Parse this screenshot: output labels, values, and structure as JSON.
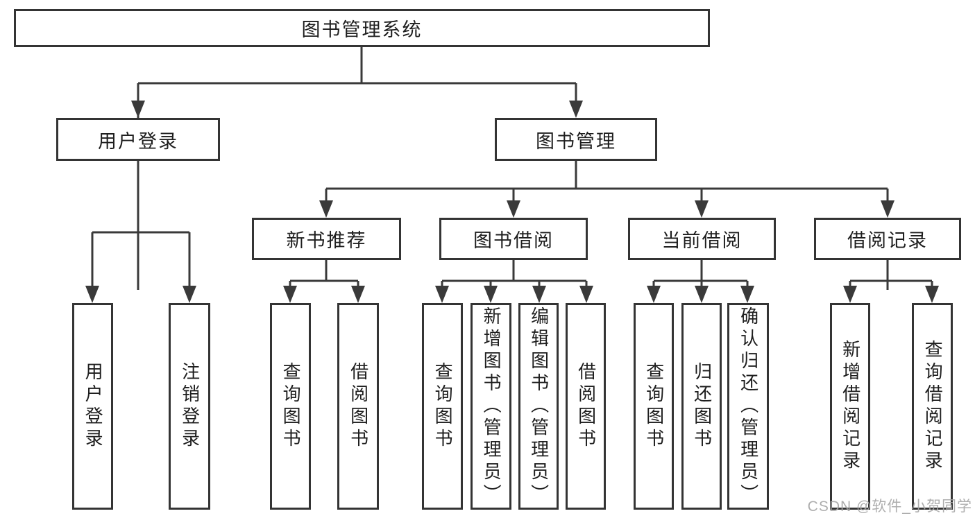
{
  "diagram": {
    "root": {
      "label": "图书管理系统"
    },
    "branches": {
      "user_login": {
        "label": "用户登录",
        "children": [
          "用户登录",
          "注销登录"
        ]
      },
      "book_mgmt": {
        "label": "图书管理"
      },
      "new_books": {
        "label": "新书推荐",
        "children": [
          "查询图书",
          "借阅图书"
        ]
      },
      "book_borrow": {
        "label": "图书借阅",
        "children": [
          "查询图书",
          "新增图书（管理员）",
          "编辑图书（管理员）",
          "借阅图书"
        ]
      },
      "current_borrow": {
        "label": "当前借阅",
        "children": [
          "查询图书",
          "归还图书",
          "确认归还（管理员）"
        ]
      },
      "borrow_records": {
        "label": "借阅记录",
        "children": [
          "新增借阅记录",
          "查询借阅记录"
        ]
      }
    }
  },
  "watermark": {
    "text": "CSDN @软件_小贺同学"
  },
  "colors": {
    "line": "#3a3a3a",
    "box_border": "#343434",
    "text": "#1e1e1e",
    "watermark": "#a6a6a6",
    "background": "#ffffff"
  }
}
